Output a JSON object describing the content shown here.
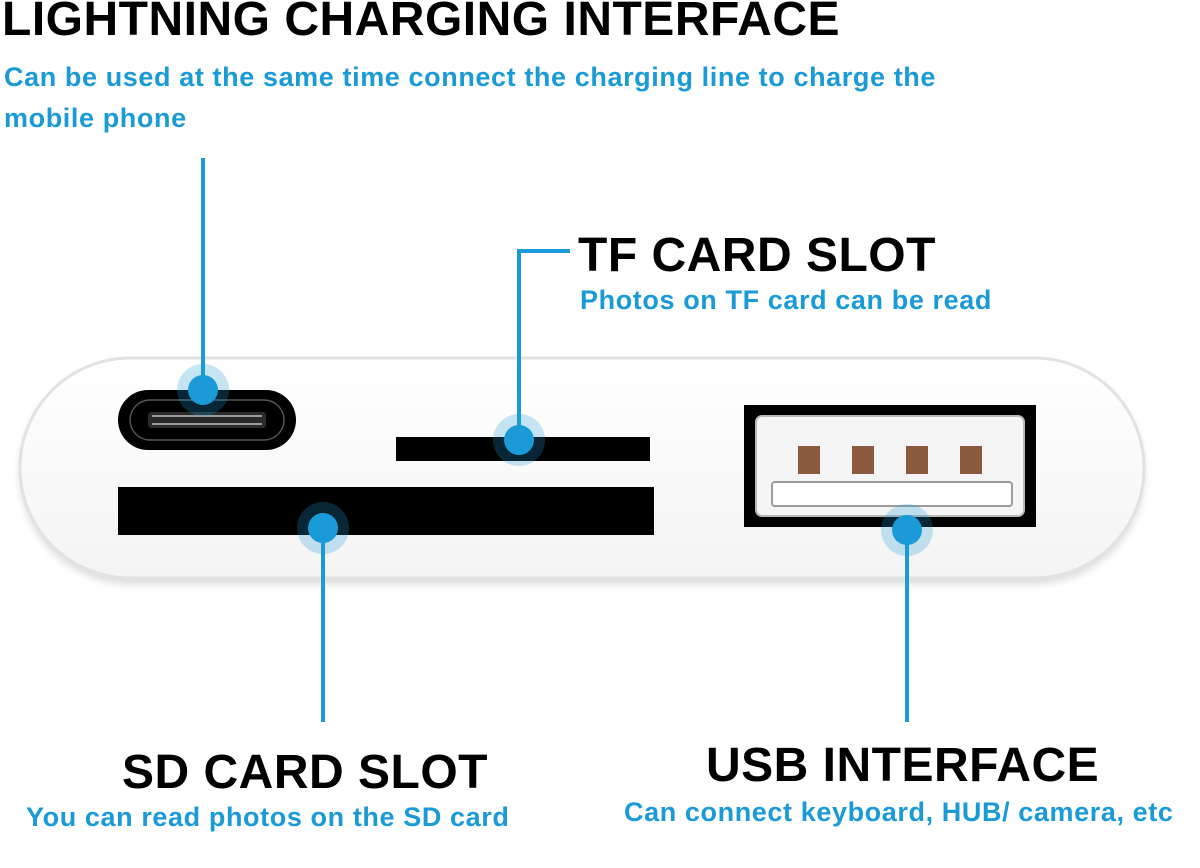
{
  "colors": {
    "accent": "#1a9ad6",
    "title": "#000000",
    "device_body": "#ffffff",
    "device_outline": "#e6e6e6",
    "port": "#000000",
    "usb_pins": "#8b5a3c"
  },
  "labels": {
    "lightning": {
      "title": "LIGHTNING CHARGING INTERFACE",
      "description": "Can be used at the same time connect the charging line to charge the mobile phone"
    },
    "tf_card": {
      "title": "TF CARD SLOT",
      "description": "Photos on TF card can be read"
    },
    "sd_card": {
      "title": "SD CARD SLOT",
      "description": "You can read photos on the SD card"
    },
    "usb": {
      "title": "USB INTERFACE",
      "description": "Can connect keyboard, HUB/ camera, etc"
    }
  }
}
